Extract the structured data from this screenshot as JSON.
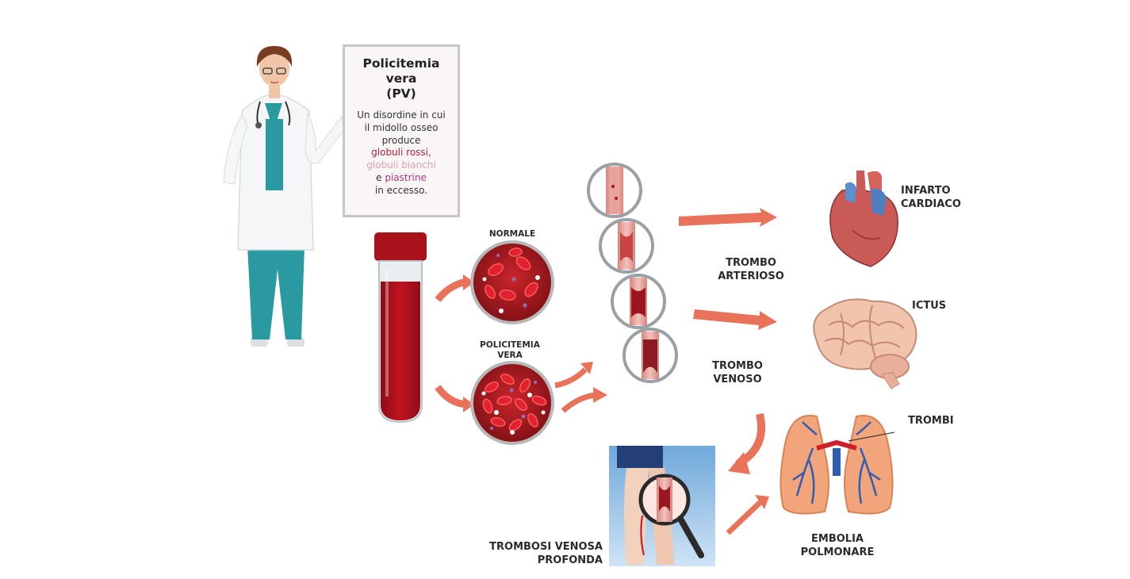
{
  "board": {
    "title": [
      "Policitemia",
      "vera",
      "(PV)"
    ],
    "lines": [
      "Un disordine in cui",
      "il midollo osseo",
      "produce"
    ],
    "red_cells": "globuli rossi,",
    "white_cells": "globuli bianchi",
    "platelets_prefix": "e",
    "platelets": "piastrine",
    "end": "in eccesso."
  },
  "labels": {
    "normal": "NORMALE",
    "pv": [
      "POLICITEMIA",
      "VERA"
    ],
    "arterial": [
      "TROMBO",
      "ARTERIOSO"
    ],
    "venous": [
      "TROMBO",
      "VENOSO"
    ],
    "heart": [
      "INFARTO",
      "CARDIACO"
    ],
    "stroke": "ICTUS",
    "thrombi": "TROMBI",
    "pulmonary": [
      "EMBOLIA",
      "POLMONARE"
    ],
    "dvt": [
      "TROMBOSI VENOSA",
      "PROFONDA"
    ]
  },
  "colors": {
    "arrow": "#e8735a",
    "blood": "#b3131f",
    "scrub": "#2b9aa0",
    "lung": "#f2a47a",
    "board_border": "#c7c7c7"
  }
}
